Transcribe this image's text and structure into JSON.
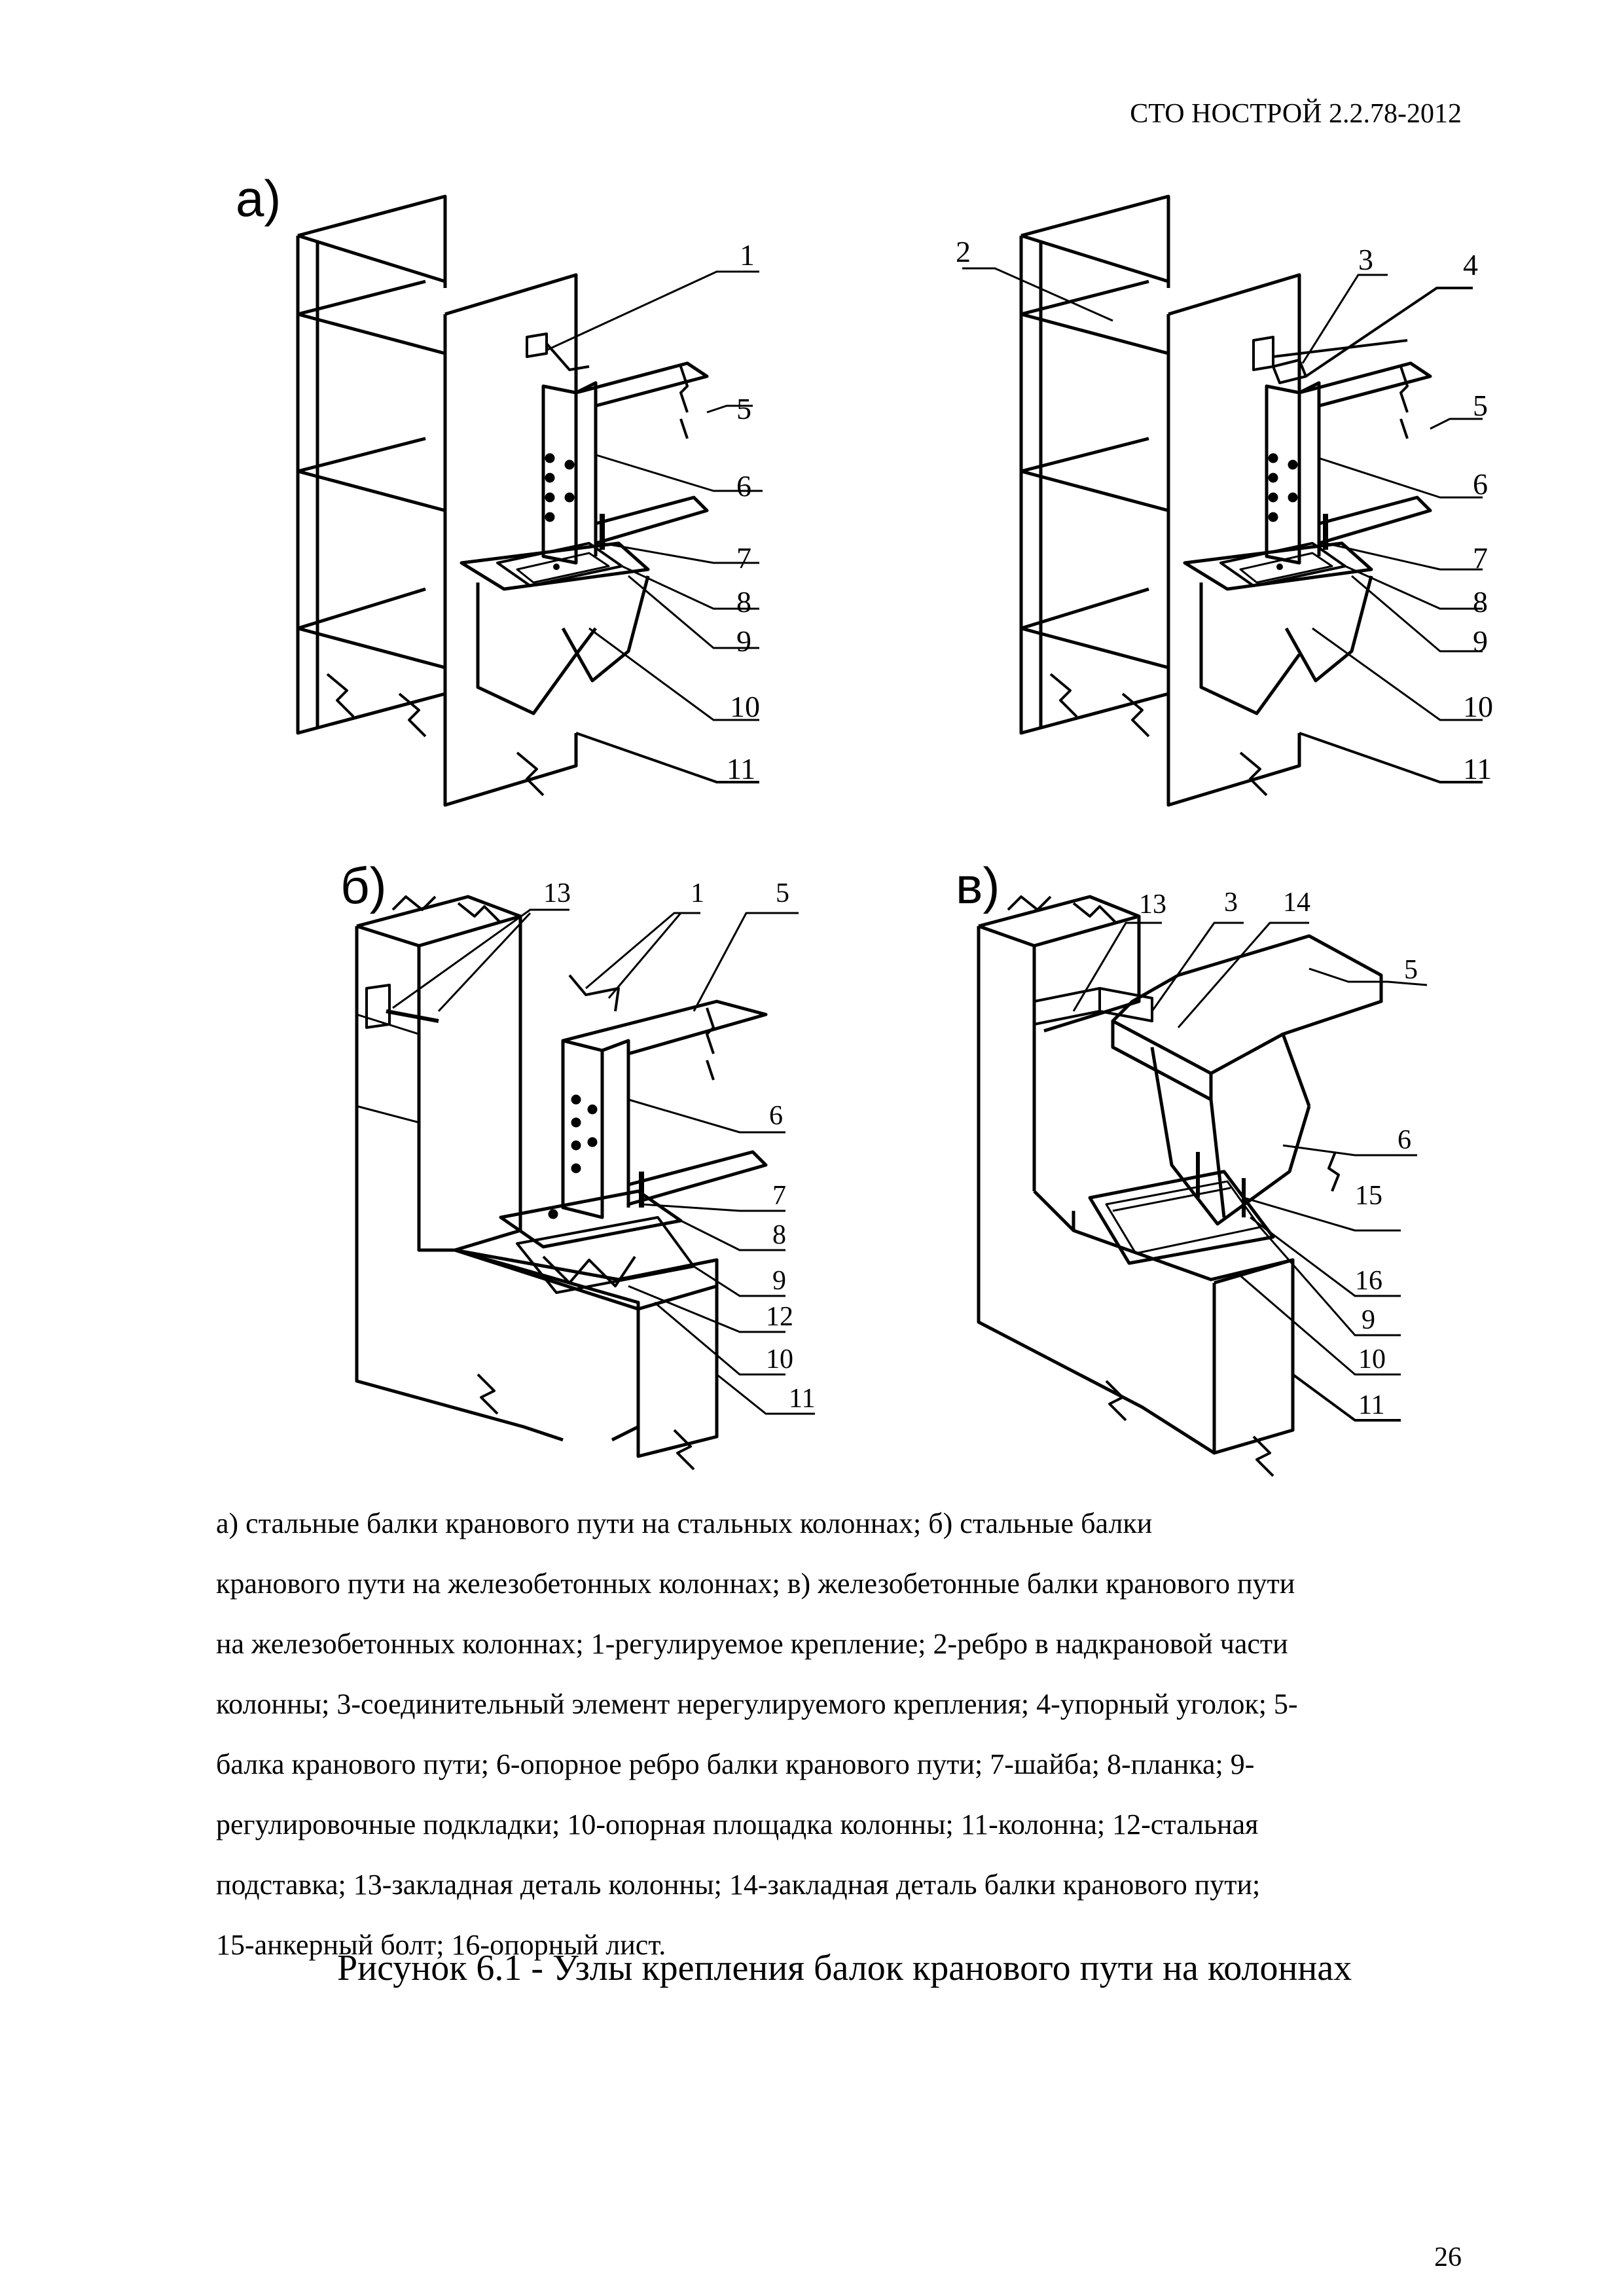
{
  "header": {
    "doc_code": "СТО НОСТРОЙ 2.2.78-2012"
  },
  "figure": {
    "panel_a_label": "а)",
    "panel_b_label": "б)",
    "panel_v_label": "в)",
    "panel_a1_numbers": [
      "1",
      "5",
      "6",
      "7",
      "8",
      "9",
      "10",
      "11"
    ],
    "panel_a2_numbers": [
      "2",
      "3",
      "4",
      "5",
      "6",
      "7",
      "8",
      "9",
      "10",
      "11"
    ],
    "panel_b_numbers": [
      "13",
      "1",
      "5",
      "6",
      "7",
      "8",
      "9",
      "12",
      "10",
      "11"
    ],
    "panel_v_numbers": [
      "13",
      "3",
      "14",
      "5",
      "6",
      "15",
      "16",
      "9",
      "10",
      "11"
    ]
  },
  "legend_lines": [
    "а)  стальные балки кранового пути на  стальных колоннах; б) стальные  балки",
    "кранового пути на железобетонных колоннах; в) железобетонные балки кранового пути",
    "на железобетонных колоннах; 1-регулируемое крепление; 2-ребро в надкрановой части",
    "колонны; 3-соединительный элемент нерегулируемого крепления; 4-упорный уголок; 5-",
    "балка кранового пути; 6-опорное ребро балки кранового пути; 7-шайба; 8-планка; 9-",
    "регулировочные подкладки; 10-опорная площадка колонны; 11-колонна; 12-стальная",
    "подставка; 13-закладная деталь колонны; 14-закладная деталь балки кранового пути;",
    "15-анкерный болт; 16-опорный лист."
  ],
  "caption": "Рисунок 6.1 - Узлы крепления балок кранового пути на колоннах",
  "page_number": "26"
}
